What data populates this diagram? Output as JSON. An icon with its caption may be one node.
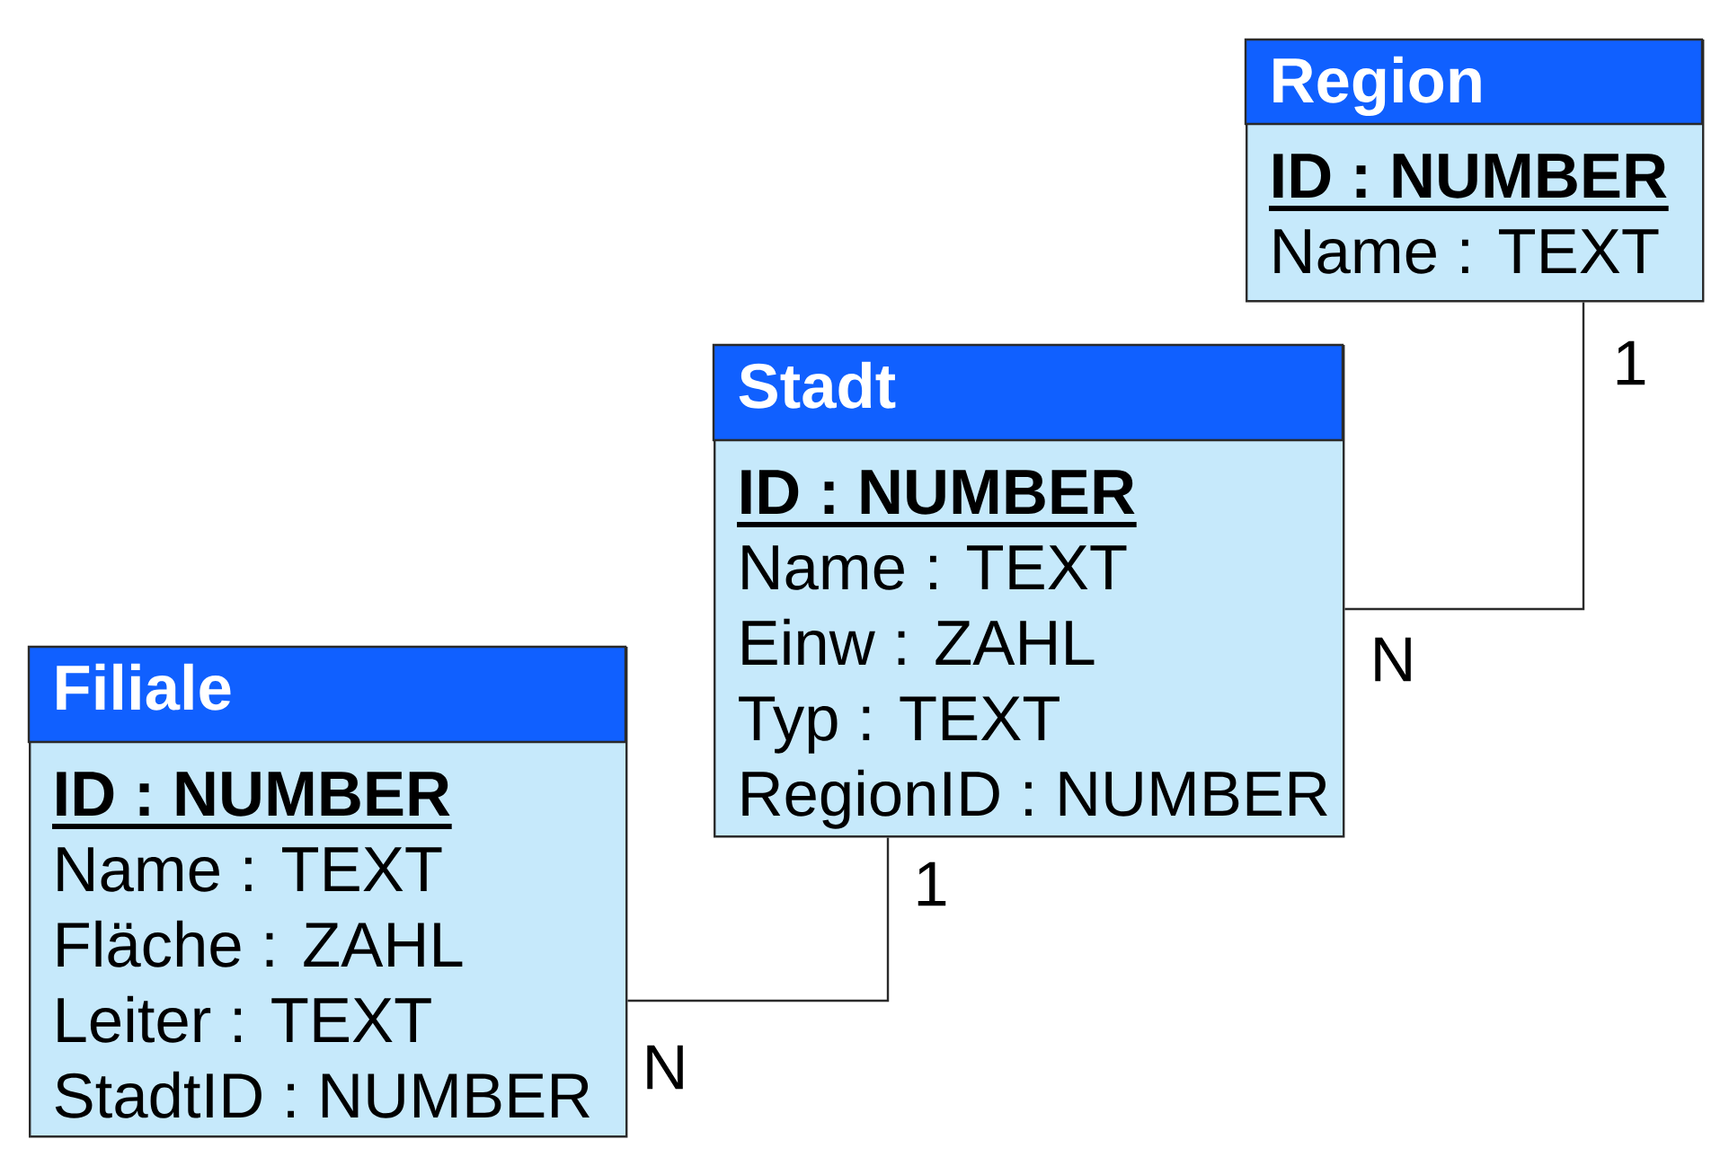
{
  "diagram": {
    "nodes": [
      {
        "text": [
          "Region",
          "ID : NUMBER",
          "Name : TEXT"
        ]
      },
      {
        "text": [
          "Stadt",
          "ID : NUMBER",
          "Name : TEXT",
          "Einw : ZAHL",
          "Typ : TEXT",
          "RegionID : NUMBER"
        ]
      },
      {
        "text": [
          "Filiale",
          "ID : NUMBER",
          "Name : TEXT",
          "Fläche : ZAHL",
          "Leiter : TEXT",
          "StadtID : NUMBER"
        ]
      }
    ],
    "edges": [
      {
        "from": 0,
        "to": 1,
        "arrow": "none"
      },
      {
        "from": 1,
        "to": 2,
        "arrow": "none"
      }
    ],
    "labels": [
      "1",
      "N",
      "1",
      "N"
    ]
  }
}
